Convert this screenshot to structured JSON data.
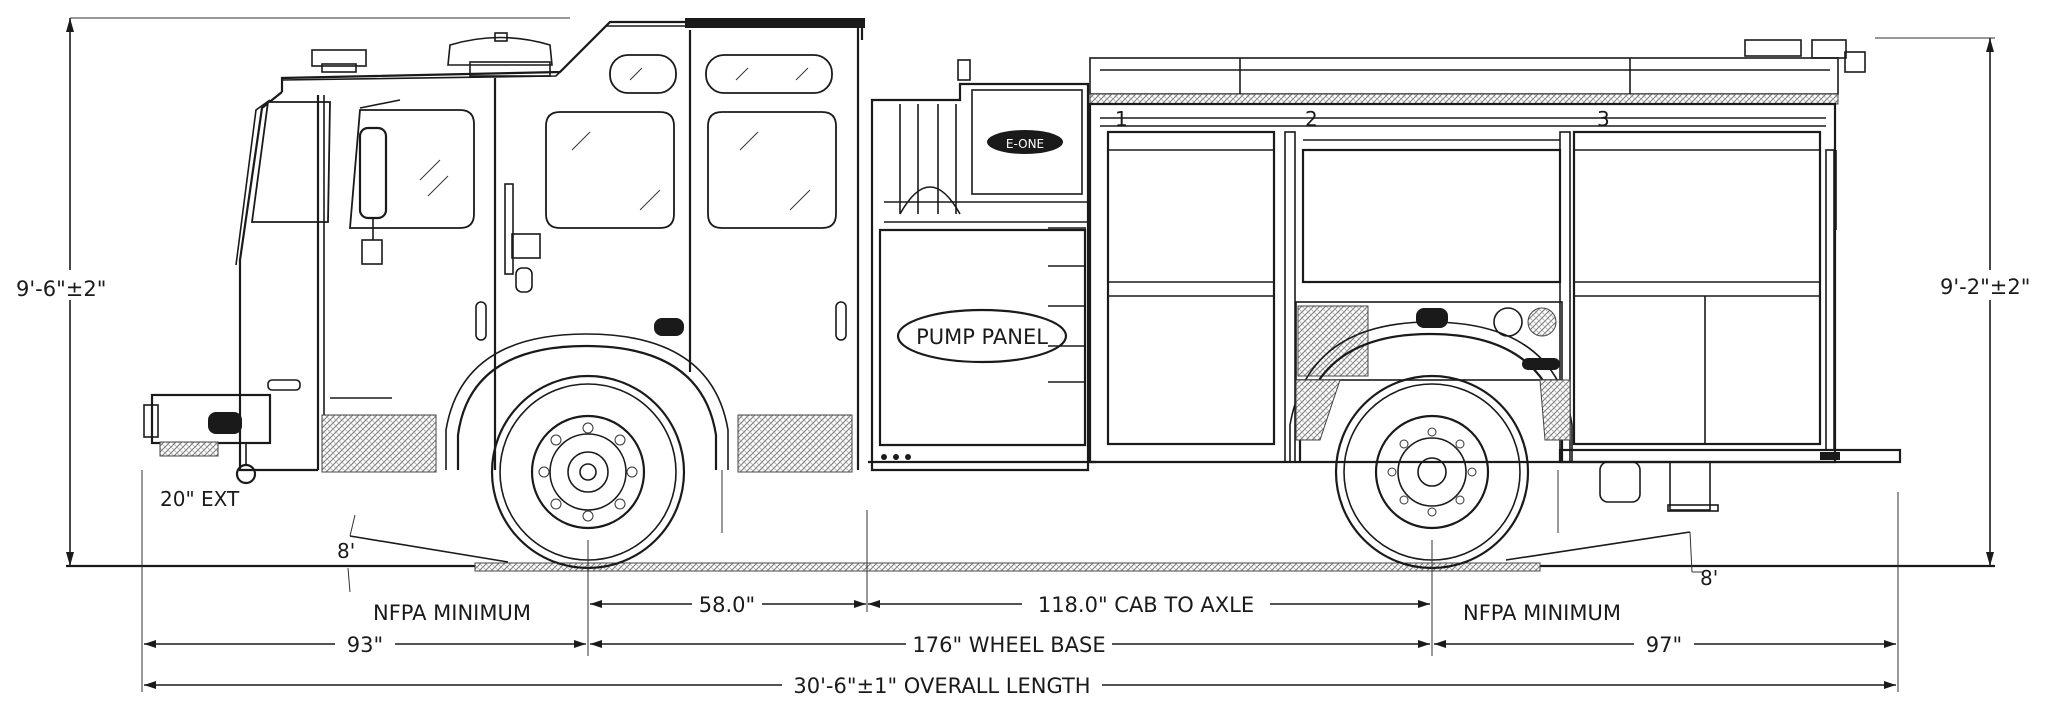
{
  "dimensions": {
    "cab_height": "9'-6\"±2\"",
    "body_height": "9'-2\"±2\"",
    "bumper_extension": "20\" EXT",
    "angle_front": "8'",
    "angle_rear": "8'",
    "front_approach_label": "NFPA MINIMUM",
    "rear_departure_label": "NFPA MINIMUM",
    "cab_to_front_axle": "58.0\"",
    "cab_to_axle": "118.0\" CAB TO AXLE",
    "front_overhang": "93\"",
    "wheel_base": "176\" WHEEL BASE",
    "rear_overhang": "97\"",
    "overall_length": "30'-6\"±1\" OVERALL LENGTH"
  },
  "labels": {
    "pump_panel": "PUMP PANEL",
    "badge": "E-ONE",
    "compartment_1": "1",
    "compartment_2": "2",
    "compartment_3": "3"
  },
  "colors": {
    "line": "#1a1a1a",
    "background": "#ffffff"
  }
}
